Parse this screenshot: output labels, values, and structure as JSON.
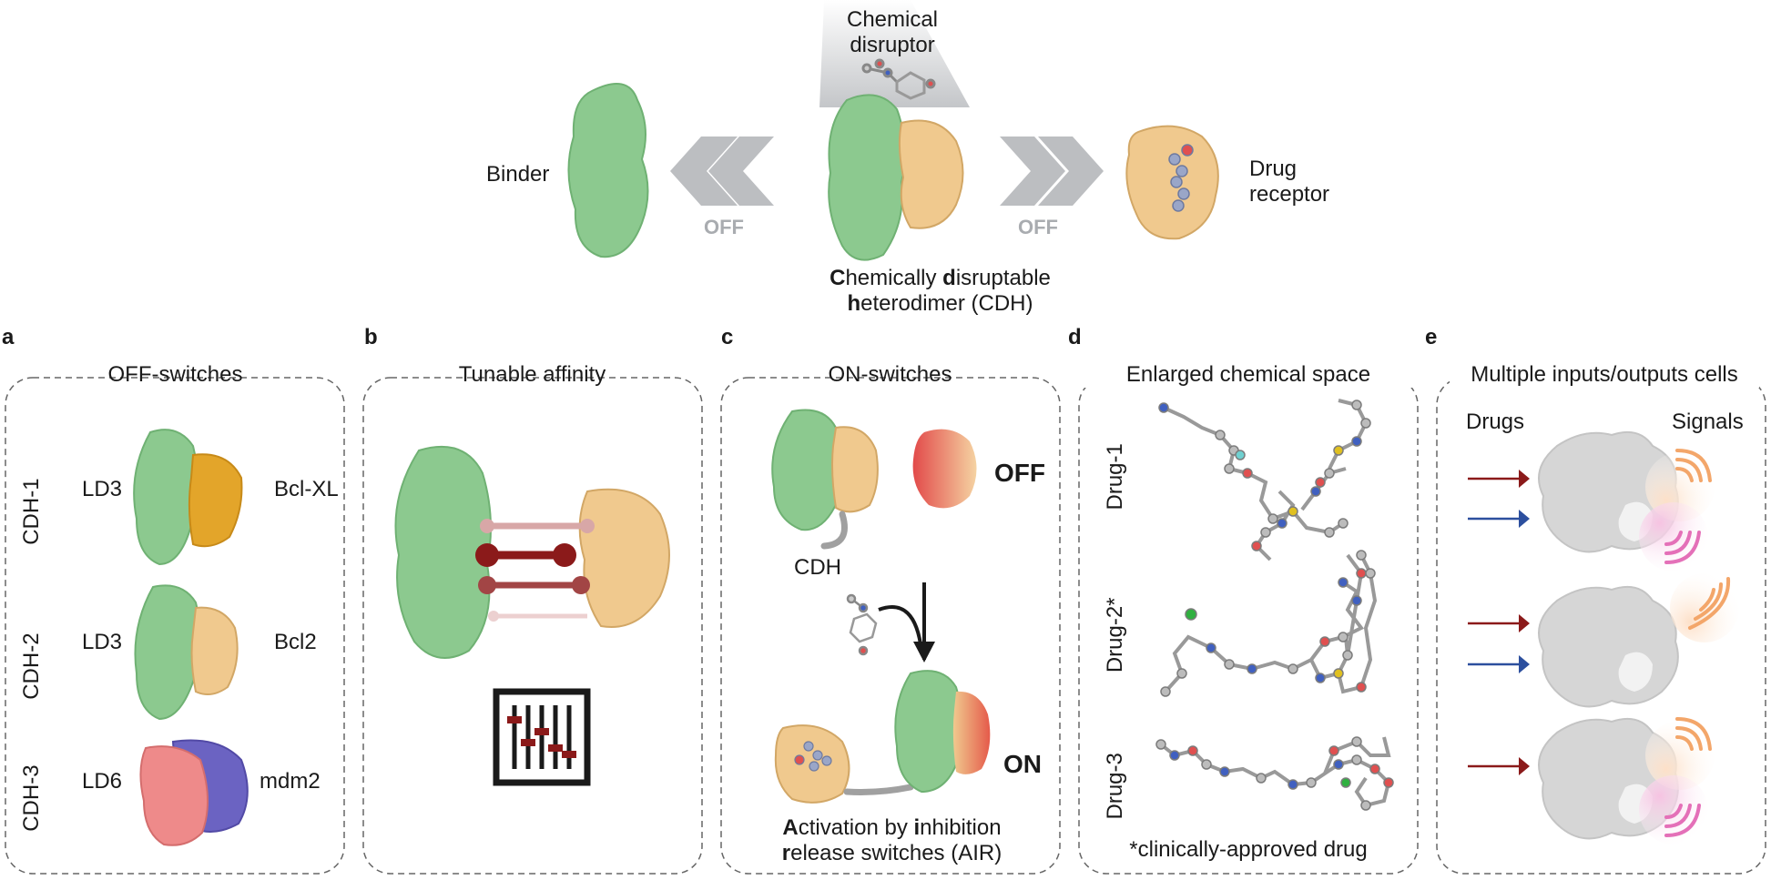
{
  "top": {
    "disruptor": [
      "Chemical",
      "disruptor"
    ],
    "binder": "Binder",
    "receptor": [
      "Drug",
      "receptor"
    ],
    "off_left": "OFF",
    "off_right": "OFF",
    "cdh_line1": {
      "b1": "C",
      "r1": "hemically ",
      "b2": "d",
      "r2": "isruptable"
    },
    "cdh_line2": {
      "b1": "h",
      "r1": "eterodimer (CDH)"
    }
  },
  "panels": {
    "a": {
      "letter": "a",
      "title": "OFF-switches",
      "rows": [
        {
          "name": "CDH-1",
          "binder": "LD3",
          "partner": "Bcl-XL"
        },
        {
          "name": "CDH-2",
          "binder": "LD3",
          "partner": "Bcl2"
        },
        {
          "name": "CDH-3",
          "binder": "LD6",
          "partner": "mdm2"
        }
      ]
    },
    "b": {
      "letter": "b",
      "title": "Tunable affinity"
    },
    "c": {
      "letter": "c",
      "title": "ON-switches",
      "off": "OFF",
      "on": "ON",
      "cdh": "CDH",
      "air_line1": {
        "b1": "A",
        "r1": "ctivation by ",
        "b2": "i",
        "r2": "nhibition"
      },
      "air_line2": {
        "b1": "r",
        "r1": "elease switches (AIR)"
      }
    },
    "d": {
      "letter": "d",
      "title": "Enlarged chemical space",
      "drugs": [
        "Drug-1",
        "Drug-2*",
        "Drug-3"
      ],
      "footnote": "*clinically-approved drug"
    },
    "e": {
      "letter": "e",
      "title": "Multiple inputs/outputs cells",
      "drugs": "Drugs",
      "signals": "Signals"
    }
  },
  "colors": {
    "binder_green": "#8cc98f",
    "receptor_tan": "#f0c98e",
    "bclxl_orange": "#e3a52a",
    "ld6_pink": "#ee8a8a",
    "mdm2_purple": "#6b63c2",
    "arrow_gray": "#bcbec1",
    "dark_red": "#8b1a1a",
    "blue": "#2c4f9e",
    "signal_orange": "#f3a66a",
    "signal_pink": "#e470b8",
    "cell_gray": "#d6d6d6"
  },
  "icons": [
    "chevron-left-icon",
    "chevron-right-icon",
    "equalizer-icon",
    "curved-arrow-icon",
    "signal-waves-icon",
    "cell-icon",
    "molecule-icon"
  ]
}
